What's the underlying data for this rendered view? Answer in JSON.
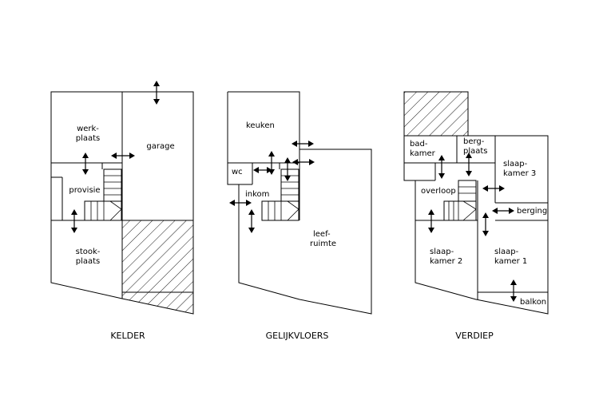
{
  "hatch_color": "#000000",
  "plans": {
    "kelder": {
      "title": "KELDER",
      "werkplaats_1": "werk-",
      "werkplaats_2": "plaats",
      "garage": "garage",
      "provisie": "provisie",
      "stookplaats_1": "stook-",
      "stookplaats_2": "plaats"
    },
    "gelijkvloers": {
      "title": "GELIJKVLOERS",
      "keuken": "keuken",
      "wc": "wc",
      "inkom": "inkom",
      "leefruimte_1": "leef-",
      "leefruimte_2": "ruimte"
    },
    "verdiep": {
      "title": "VERDIEP",
      "badkamer_1": "bad-",
      "badkamer_2": "kamer",
      "bergplaats_1": "berg-",
      "bergplaats_2": "plaats",
      "slaapkamer3_1": "slaap-",
      "slaapkamer3_2": "kamer 3",
      "overloop": "overloop",
      "berging": "berging",
      "slaapkamer2_1": "slaap-",
      "slaapkamer2_2": "kamer 2",
      "slaapkamer1_1": "slaap-",
      "slaapkamer1_2": "kamer 1",
      "balkon": "balkon"
    }
  }
}
